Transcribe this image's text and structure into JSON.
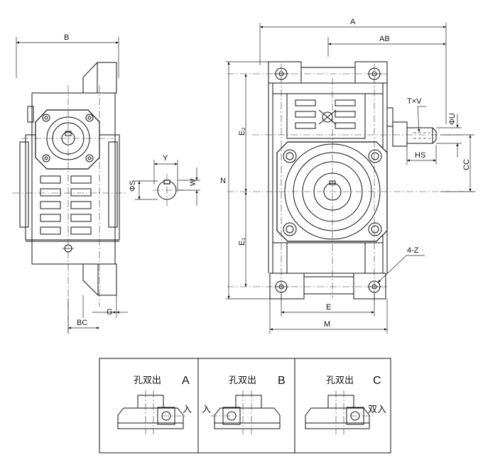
{
  "dimensions": {
    "left_view": {
      "width": "B",
      "foot_offset": "G",
      "bolt_center": "BC"
    },
    "key_detail": {
      "key_offset": "Y",
      "key_width": "W",
      "shaft_dia": "ΦS"
    },
    "main_view": {
      "overall_length": "A",
      "shaft_to_center": "AB",
      "overall_height": "N",
      "upper_height": "E₂",
      "lower_height": "E₁",
      "thread": "T×V",
      "input_shaft_dia": "ΦU",
      "shaft_length": "HS",
      "center_distance": "CC",
      "mount_holes": "4-Z",
      "hole_spacing": "E",
      "base_width": "M"
    }
  },
  "configurations": [
    {
      "label_text": "孔双出",
      "letter": "A",
      "side_label": "入"
    },
    {
      "label_text": "孔双出",
      "letter": "B",
      "side_label": "入"
    },
    {
      "label_text": "孔双出",
      "letter": "C",
      "side_label": "双入"
    }
  ]
}
